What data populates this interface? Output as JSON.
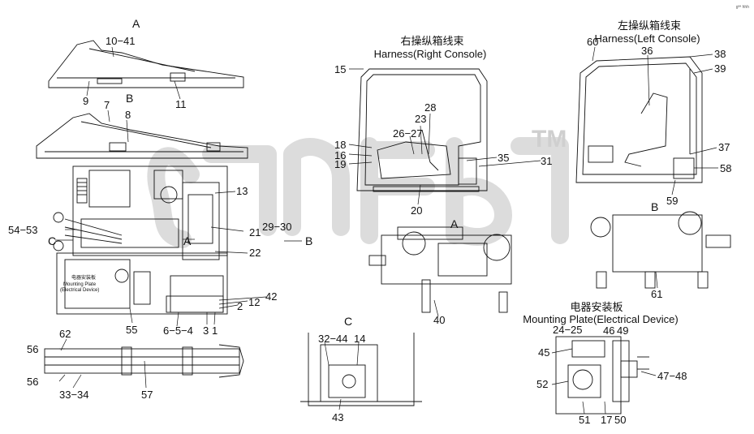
{
  "corner_mark": "gªª hhh",
  "watermark": {
    "tm": "TM"
  },
  "titles": {
    "right_console_cn": "右操纵箱线束",
    "right_console_en": "Harness(Right Console)",
    "left_console_cn": "左操纵箱线束",
    "left_console_en": "Harness(Left Console)",
    "mounting_cn": "电器安装板",
    "mounting_en": "Mounting Plate(Electrical Device)",
    "mounting_small_cn": "电器安装板",
    "mounting_small_en1": "Mounting Plate",
    "mounting_small_en2": "(Electrical Device)"
  },
  "view_letters": {
    "a_top": "A",
    "b_top": "B",
    "c_left": "C",
    "a_mid": "A",
    "b_right": "B",
    "a_engine": "A",
    "b_engine": "B",
    "c_bottom": "C"
  },
  "callouts": {
    "c10_41": "10−41",
    "c9": "9",
    "c11": "11",
    "c7": "7",
    "c8": "8",
    "c13": "13",
    "c54_53": "54−53",
    "c29_30": "29−30",
    "c21": "21",
    "c22": "22",
    "c42": "42",
    "c12": "12",
    "c2": "2",
    "c55": "55",
    "c6_5_4": "6−5−4",
    "c3": "3",
    "c1": "1",
    "c62": "62",
    "c56a": "56",
    "c56b": "56",
    "c33_34": "33−34",
    "c57": "57",
    "c15": "15",
    "c28": "28",
    "c23": "23",
    "c26_27": "26−27",
    "c18": "18",
    "c16": "16",
    "c19": "19",
    "c35": "35",
    "c31": "31",
    "c20": "20",
    "c40": "40",
    "c32_44": "32−44",
    "c14": "14",
    "c43": "43",
    "c60": "60",
    "c36": "36",
    "c38": "38",
    "c39": "39",
    "c37": "37",
    "c58": "58",
    "c59": "59",
    "c61": "61",
    "c24_25": "24−25",
    "c45": "45",
    "c46": "46",
    "c49": "49",
    "c47_48": "47−48",
    "c52": "52",
    "c51": "51",
    "c17": "17",
    "c50": "50"
  }
}
